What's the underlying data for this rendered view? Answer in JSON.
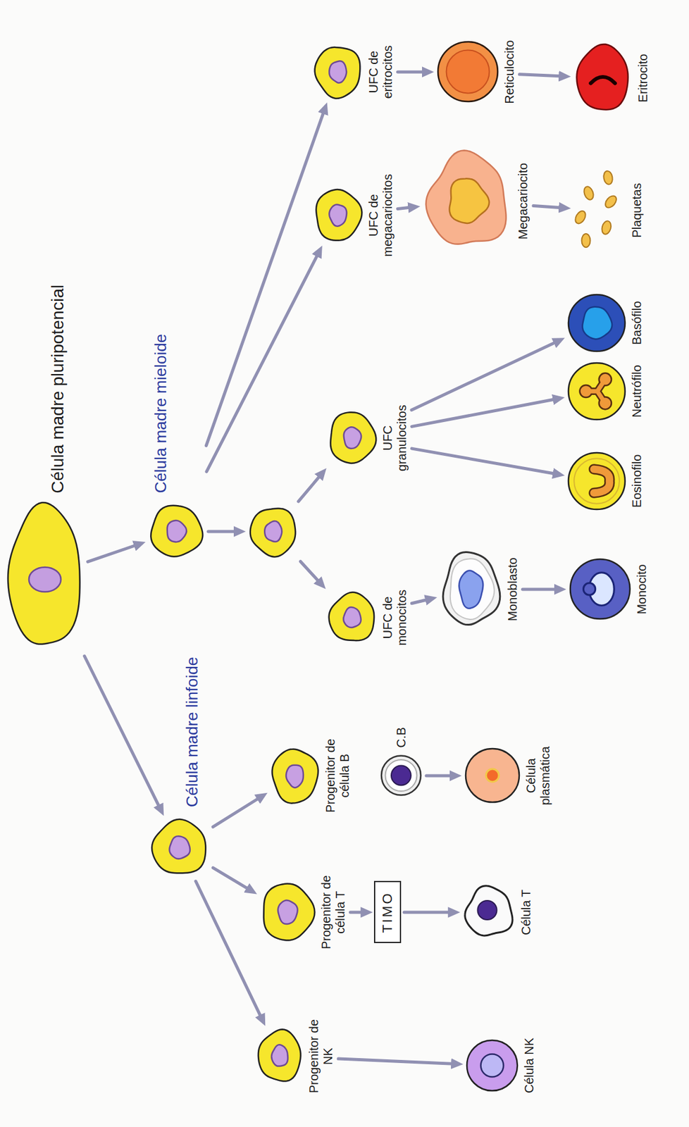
{
  "diagram": {
    "nodes": [
      {
        "text": [
          "Célula madre pluripotencial"
        ]
      },
      {
        "text": [
          "Célula madre linfoide"
        ]
      },
      {
        "text": [
          "Célula madre mieloide"
        ]
      },
      {
        "text": [
          "Progenitor de NK"
        ]
      },
      {
        "text": [
          "Progenitor de célula T"
        ]
      },
      {
        "text": [
          "Progenitor de célula B"
        ]
      },
      {
        "text": [
          "TIMO"
        ]
      },
      {
        "text": [
          "Célula NK"
        ]
      },
      {
        "text": [
          "Célula T"
        ]
      },
      {
        "text": [
          "C.B"
        ]
      },
      {
        "text": [
          "Célula plasmática"
        ]
      },
      {
        "text": []
      },
      {
        "text": [
          "UFC de monocitos"
        ]
      },
      {
        "text": [
          "UFC granulocitos"
        ]
      },
      {
        "text": [
          "UFC de megacariocitos"
        ]
      },
      {
        "text": [
          "UFC de eritrocitos"
        ]
      },
      {
        "text": [
          "Monoblasto"
        ]
      },
      {
        "text": [
          "Monocito"
        ]
      },
      {
        "text": [
          "Eosinofilo"
        ]
      },
      {
        "text": [
          "Neutrófilo"
        ]
      },
      {
        "text": [
          "Basófilo"
        ]
      },
      {
        "text": [
          "Megacariocito"
        ]
      },
      {
        "text": [
          "Plaquetas"
        ]
      },
      {
        "text": [
          "Reticulocito"
        ]
      },
      {
        "text": [
          "Eritrocito"
        ]
      }
    ],
    "edges": [
      {
        "from": 0,
        "to": 1,
        "arrow": "to"
      },
      {
        "from": 0,
        "to": 2,
        "arrow": "to"
      },
      {
        "from": 1,
        "to": 3,
        "arrow": "to"
      },
      {
        "from": 1,
        "to": 4,
        "arrow": "to"
      },
      {
        "from": 1,
        "to": 5,
        "arrow": "to"
      },
      {
        "from": 3,
        "to": 7,
        "arrow": "to"
      },
      {
        "from": 4,
        "to": 6,
        "arrow": "to"
      },
      {
        "from": 6,
        "to": 8,
        "arrow": "to"
      },
      {
        "from": 9,
        "to": 10,
        "arrow": "to"
      },
      {
        "from": 2,
        "to": 11,
        "arrow": "to"
      },
      {
        "from": 11,
        "to": 12,
        "arrow": "to"
      },
      {
        "from": 11,
        "to": 13,
        "arrow": "to"
      },
      {
        "from": 2,
        "to": 14,
        "arrow": "to"
      },
      {
        "from": 2,
        "to": 15,
        "arrow": "to"
      },
      {
        "from": 12,
        "to": 16,
        "arrow": "to"
      },
      {
        "from": 16,
        "to": 17,
        "arrow": "to"
      },
      {
        "from": 13,
        "to": 18,
        "arrow": "to"
      },
      {
        "from": 13,
        "to": 19,
        "arrow": "to"
      },
      {
        "from": 13,
        "to": 20,
        "arrow": "to"
      },
      {
        "from": 14,
        "to": 21,
        "arrow": "to"
      },
      {
        "from": 21,
        "to": 22,
        "arrow": "to"
      },
      {
        "from": 15,
        "to": 23,
        "arrow": "to"
      },
      {
        "from": 23,
        "to": 24,
        "arrow": "to"
      }
    ]
  }
}
